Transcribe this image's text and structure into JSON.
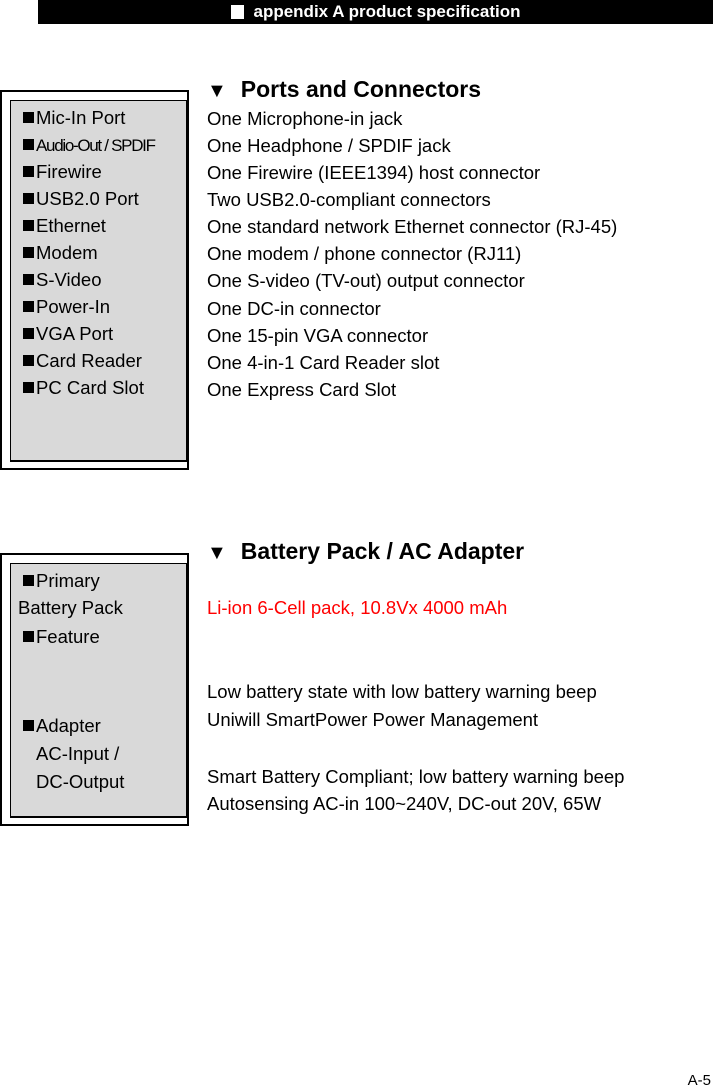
{
  "header": {
    "title": "appendix A product specification"
  },
  "ports_section": {
    "title": "Ports and Connectors",
    "labels": [
      "Mic-In Port",
      "Audio-Out / SPDIF",
      "Firewire",
      "USB2.0 Port",
      "Ethernet",
      "Modem",
      "S-Video",
      "Power-In",
      "VGA Port",
      "Card Reader",
      "PC Card Slot"
    ],
    "descriptions": [
      "One Microphone-in jack",
      "One Headphone / SPDIF jack",
      "One Firewire (IEEE1394) host connector",
      "Two USB2.0-compliant connectors",
      "One standard network Ethernet connector (RJ-45)",
      "One modem / phone connector (RJ11)",
      "One S-video (TV-out) output connector",
      "One DC-in connector",
      "One 15-pin VGA connector",
      "One 4-in-1 Card Reader slot",
      "One Express Card Slot"
    ]
  },
  "battery_section": {
    "title": "Battery Pack / AC Adapter",
    "labels": {
      "primary_line1": "Primary",
      "primary_line2": "Battery Pack",
      "feature": "Feature",
      "adapter_line1": "Adapter",
      "adapter_line2": "AC-Input /",
      "adapter_line3": "DC-Output"
    },
    "descriptions": {
      "primary": "Li-ion 6-Cell pack, 10.8Vx 4000 mAh",
      "feature_line1": "Low battery state with low battery warning beep",
      "feature_line2": "Uniwill SmartPower Power Management",
      "adapter_line1": "Smart Battery Compliant; low battery warning beep",
      "adapter_line2": "Autosensing AC-in 100~240V, DC-out 20V, 65W"
    },
    "highlight_color": "#ff0000"
  },
  "footer": {
    "page_number": "A-5"
  }
}
